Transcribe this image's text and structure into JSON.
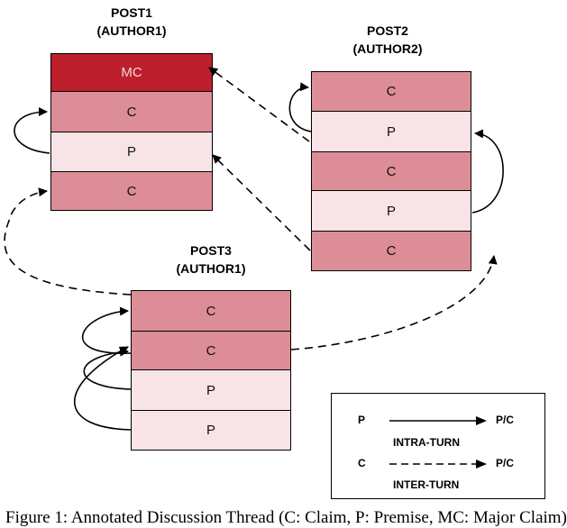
{
  "posts": [
    {
      "title": "POST1\n(AUTHOR1)",
      "units": [
        {
          "label": "MC",
          "type": "major-claim"
        },
        {
          "label": "C",
          "type": "claim"
        },
        {
          "label": "P",
          "type": "premise"
        },
        {
          "label": "C",
          "type": "claim"
        }
      ]
    },
    {
      "title": "POST2\n(AUTHOR2)",
      "units": [
        {
          "label": "C",
          "type": "claim"
        },
        {
          "label": "P",
          "type": "premise"
        },
        {
          "label": "C",
          "type": "claim"
        },
        {
          "label": "P",
          "type": "premise"
        },
        {
          "label": "C",
          "type": "claim"
        }
      ]
    },
    {
      "title": "POST3\n(AUTHOR1)",
      "units": [
        {
          "label": "C",
          "type": "claim"
        },
        {
          "label": "C",
          "type": "claim"
        },
        {
          "label": "P",
          "type": "premise"
        },
        {
          "label": "P",
          "type": "premise"
        }
      ]
    }
  ],
  "legend": {
    "intra_source": "P",
    "intra_target": "P/C",
    "intra_label": "INTRA-TURN",
    "inter_source": "C",
    "inter_target": "P/C",
    "inter_label": "INTER-TURN"
  },
  "caption": "Figure 1:  Annotated Discussion Thread (C: Claim, P: Premise, MC: Major Claim)",
  "colors": {
    "major_claim": "#bd1f2c",
    "claim": "#dd8d97",
    "premise": "#f8e4e6"
  }
}
